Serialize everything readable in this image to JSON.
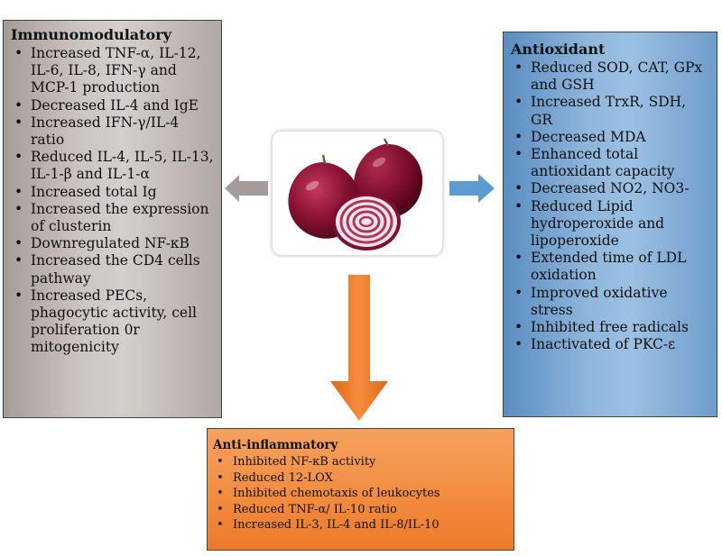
{
  "immunomodulatory": {
    "title": "Immunomodulatory",
    "items": [
      "Increased TNF-α, IL-12, IL-6, IL-8, IFN-γ and MCP-1 production",
      "Decreased IL-4 and IgE",
      "Increased IFN-γ/IL-4 ratio",
      "Reduced IL-4, IL-5, IL-13, IL-1-β and IL-1-α",
      "Increased total Ig",
      "Increased the expression of clusterin",
      "Downregulated NF-κB",
      "Increased the CD4 cells pathway",
      "Increased PECs, phagocytic activity, cell proliferation 0r mitogenicity"
    ]
  },
  "antioxidant": {
    "title": "Antioxidant",
    "items": [
      "Reduced SOD, CAT, GPx and GSH",
      "Increased TrxR, SDH, GR",
      "Decreased MDA",
      "Enhanced total antioxidant capacity",
      "Decreased NO2, NO3-",
      "Reduced Lipid hydroperoxide and lipoperoxide",
      "Extended time of LDL oxidation",
      "Improved oxidative stress",
      "Inhibited free radicals",
      "Inactivated of PKC-ε"
    ]
  },
  "anti_inflammatory": {
    "title": "Anti-inflammatory",
    "items": [
      "Inhibited NF-κB activity",
      "Reduced 12-LOX",
      "Inhibited chemotaxis of leukocytes",
      "Reduced TNF-α/ IL-10 ratio",
      "Increased IL-3, IL-4 and IL-8/IL-10"
    ]
  },
  "colors": {
    "immunomodulatory_box": "#c2bbb8",
    "antioxidant_box": "#8db3da",
    "anti_inflammatory_box": "#f18a3d",
    "gray_arrow": "#a39c9a",
    "blue_arrow": "#5b9bd0",
    "orange_arrow": "#ee7a22",
    "onion": "#8c1233"
  },
  "icons": [
    "red-onion-image",
    "arrow-left",
    "arrow-right",
    "arrow-down"
  ]
}
